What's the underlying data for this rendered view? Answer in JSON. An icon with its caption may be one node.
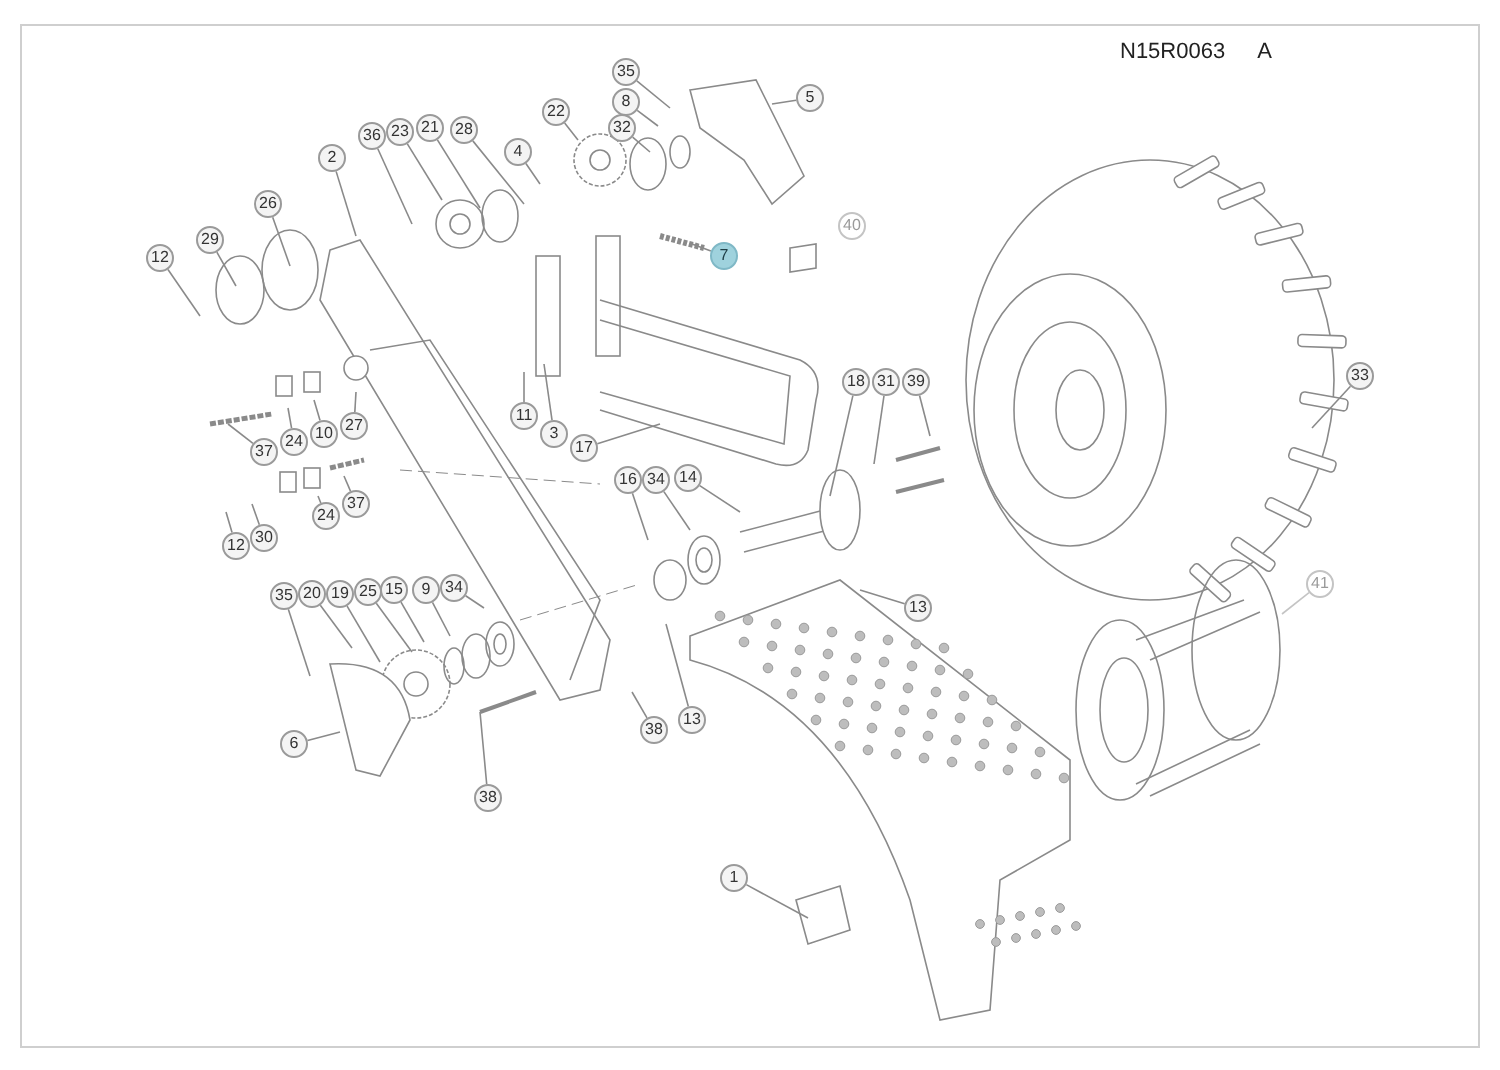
{
  "diagram": {
    "nodes": [
      {
        "text": [
          "35"
        ]
      },
      {
        "text": [
          "5"
        ]
      },
      {
        "text": [
          "8"
        ]
      },
      {
        "text": [
          "22"
        ]
      },
      {
        "text": [
          "32"
        ]
      },
      {
        "text": [
          "21"
        ]
      },
      {
        "text": [
          "28"
        ]
      },
      {
        "text": [
          "23"
        ]
      },
      {
        "text": [
          "36"
        ]
      },
      {
        "text": [
          "4"
        ]
      },
      {
        "text": [
          "2"
        ]
      },
      {
        "text": [
          "26"
        ]
      },
      {
        "text": [
          "29"
        ]
      },
      {
        "text": [
          "7"
        ]
      },
      {
        "text": [
          "12"
        ]
      },
      {
        "text": [
          "40"
        ]
      },
      {
        "text": [
          "33"
        ]
      },
      {
        "text": [
          "18"
        ]
      },
      {
        "text": [
          "31"
        ]
      },
      {
        "text": [
          "39"
        ]
      },
      {
        "text": [
          "11"
        ]
      },
      {
        "text": [
          "27"
        ]
      },
      {
        "text": [
          "3"
        ]
      },
      {
        "text": [
          "10"
        ]
      },
      {
        "text": [
          "24"
        ]
      },
      {
        "text": [
          "17"
        ]
      },
      {
        "text": [
          "37"
        ]
      },
      {
        "text": [
          "14"
        ]
      },
      {
        "text": [
          "16"
        ]
      },
      {
        "text": [
          "34"
        ]
      },
      {
        "text": [
          "37"
        ]
      },
      {
        "text": [
          "24"
        ]
      },
      {
        "text": [
          "30"
        ]
      },
      {
        "text": [
          "12"
        ]
      },
      {
        "text": [
          "41"
        ]
      },
      {
        "text": [
          "15"
        ]
      },
      {
        "text": [
          "9"
        ]
      },
      {
        "text": [
          "34"
        ]
      },
      {
        "text": [
          "25"
        ]
      },
      {
        "text": [
          "20"
        ]
      },
      {
        "text": [
          "19"
        ]
      },
      {
        "text": [
          "35"
        ]
      },
      {
        "text": [
          "13"
        ]
      },
      {
        "text": [
          "13"
        ]
      },
      {
        "text": [
          "38"
        ]
      },
      {
        "text": [
          "6"
        ]
      },
      {
        "text": [
          "38"
        ]
      },
      {
        "text": [
          "1"
        ]
      }
    ],
    "edges": [
      {
        "from": 0,
        "to": null,
        "arrow": "none"
      },
      {
        "from": 1,
        "to": null,
        "arrow": "none"
      },
      {
        "from": 2,
        "to": null,
        "arrow": "none"
      },
      {
        "from": 3,
        "to": null,
        "arrow": "none"
      },
      {
        "from": 4,
        "to": null,
        "arrow": "none"
      },
      {
        "from": 5,
        "to": null,
        "arrow": "none"
      },
      {
        "from": 6,
        "to": null,
        "arrow": "none"
      },
      {
        "from": 7,
        "to": null,
        "arrow": "none"
      },
      {
        "from": 8,
        "to": null,
        "arrow": "none"
      },
      {
        "from": 9,
        "to": null,
        "arrow": "none"
      },
      {
        "from": 10,
        "to": null,
        "arrow": "none"
      },
      {
        "from": 11,
        "to": null,
        "arrow": "none"
      },
      {
        "from": 12,
        "to": null,
        "arrow": "none"
      },
      {
        "from": 13,
        "to": null,
        "arrow": "none"
      },
      {
        "from": 14,
        "to": null,
        "arrow": "none"
      },
      {
        "from": 16,
        "to": null,
        "arrow": "none"
      },
      {
        "from": 17,
        "to": null,
        "arrow": "none"
      },
      {
        "from": 18,
        "to": null,
        "arrow": "none"
      },
      {
        "from": 19,
        "to": null,
        "arrow": "none"
      },
      {
        "from": 20,
        "to": null,
        "arrow": "none"
      },
      {
        "from": 21,
        "to": null,
        "arrow": "none"
      },
      {
        "from": 22,
        "to": null,
        "arrow": "none"
      },
      {
        "from": 23,
        "to": null,
        "arrow": "none"
      },
      {
        "from": 24,
        "to": null,
        "arrow": "none"
      },
      {
        "from": 25,
        "to": null,
        "arrow": "none"
      },
      {
        "from": 26,
        "to": null,
        "arrow": "none"
      },
      {
        "from": 27,
        "to": null,
        "arrow": "none"
      },
      {
        "from": 28,
        "to": null,
        "arrow": "none"
      },
      {
        "from": 29,
        "to": null,
        "arrow": "none"
      },
      {
        "from": 30,
        "to": null,
        "arrow": "none"
      },
      {
        "from": 31,
        "to": null,
        "arrow": "none"
      },
      {
        "from": 32,
        "to": null,
        "arrow": "none"
      },
      {
        "from": 33,
        "to": null,
        "arrow": "none"
      },
      {
        "from": 34,
        "to": null,
        "arrow": "none"
      },
      {
        "from": 35,
        "to": null,
        "arrow": "none"
      },
      {
        "from": 36,
        "to": null,
        "arrow": "none"
      },
      {
        "from": 37,
        "to": null,
        "arrow": "none"
      },
      {
        "from": 38,
        "to": null,
        "arrow": "none"
      },
      {
        "from": 39,
        "to": null,
        "arrow": "none"
      },
      {
        "from": 40,
        "to": null,
        "arrow": "none"
      },
      {
        "from": 41,
        "to": null,
        "arrow": "none"
      },
      {
        "from": 42,
        "to": null,
        "arrow": "none"
      },
      {
        "from": 43,
        "to": null,
        "arrow": "none"
      },
      {
        "from": 44,
        "to": null,
        "arrow": "none"
      },
      {
        "from": 45,
        "to": null,
        "arrow": "none"
      },
      {
        "from": 46,
        "to": null,
        "arrow": "none"
      },
      {
        "from": 47,
        "to": null,
        "arrow": "none"
      }
    ],
    "labels": [
      "N15R0063",
      "A"
    ]
  }
}
